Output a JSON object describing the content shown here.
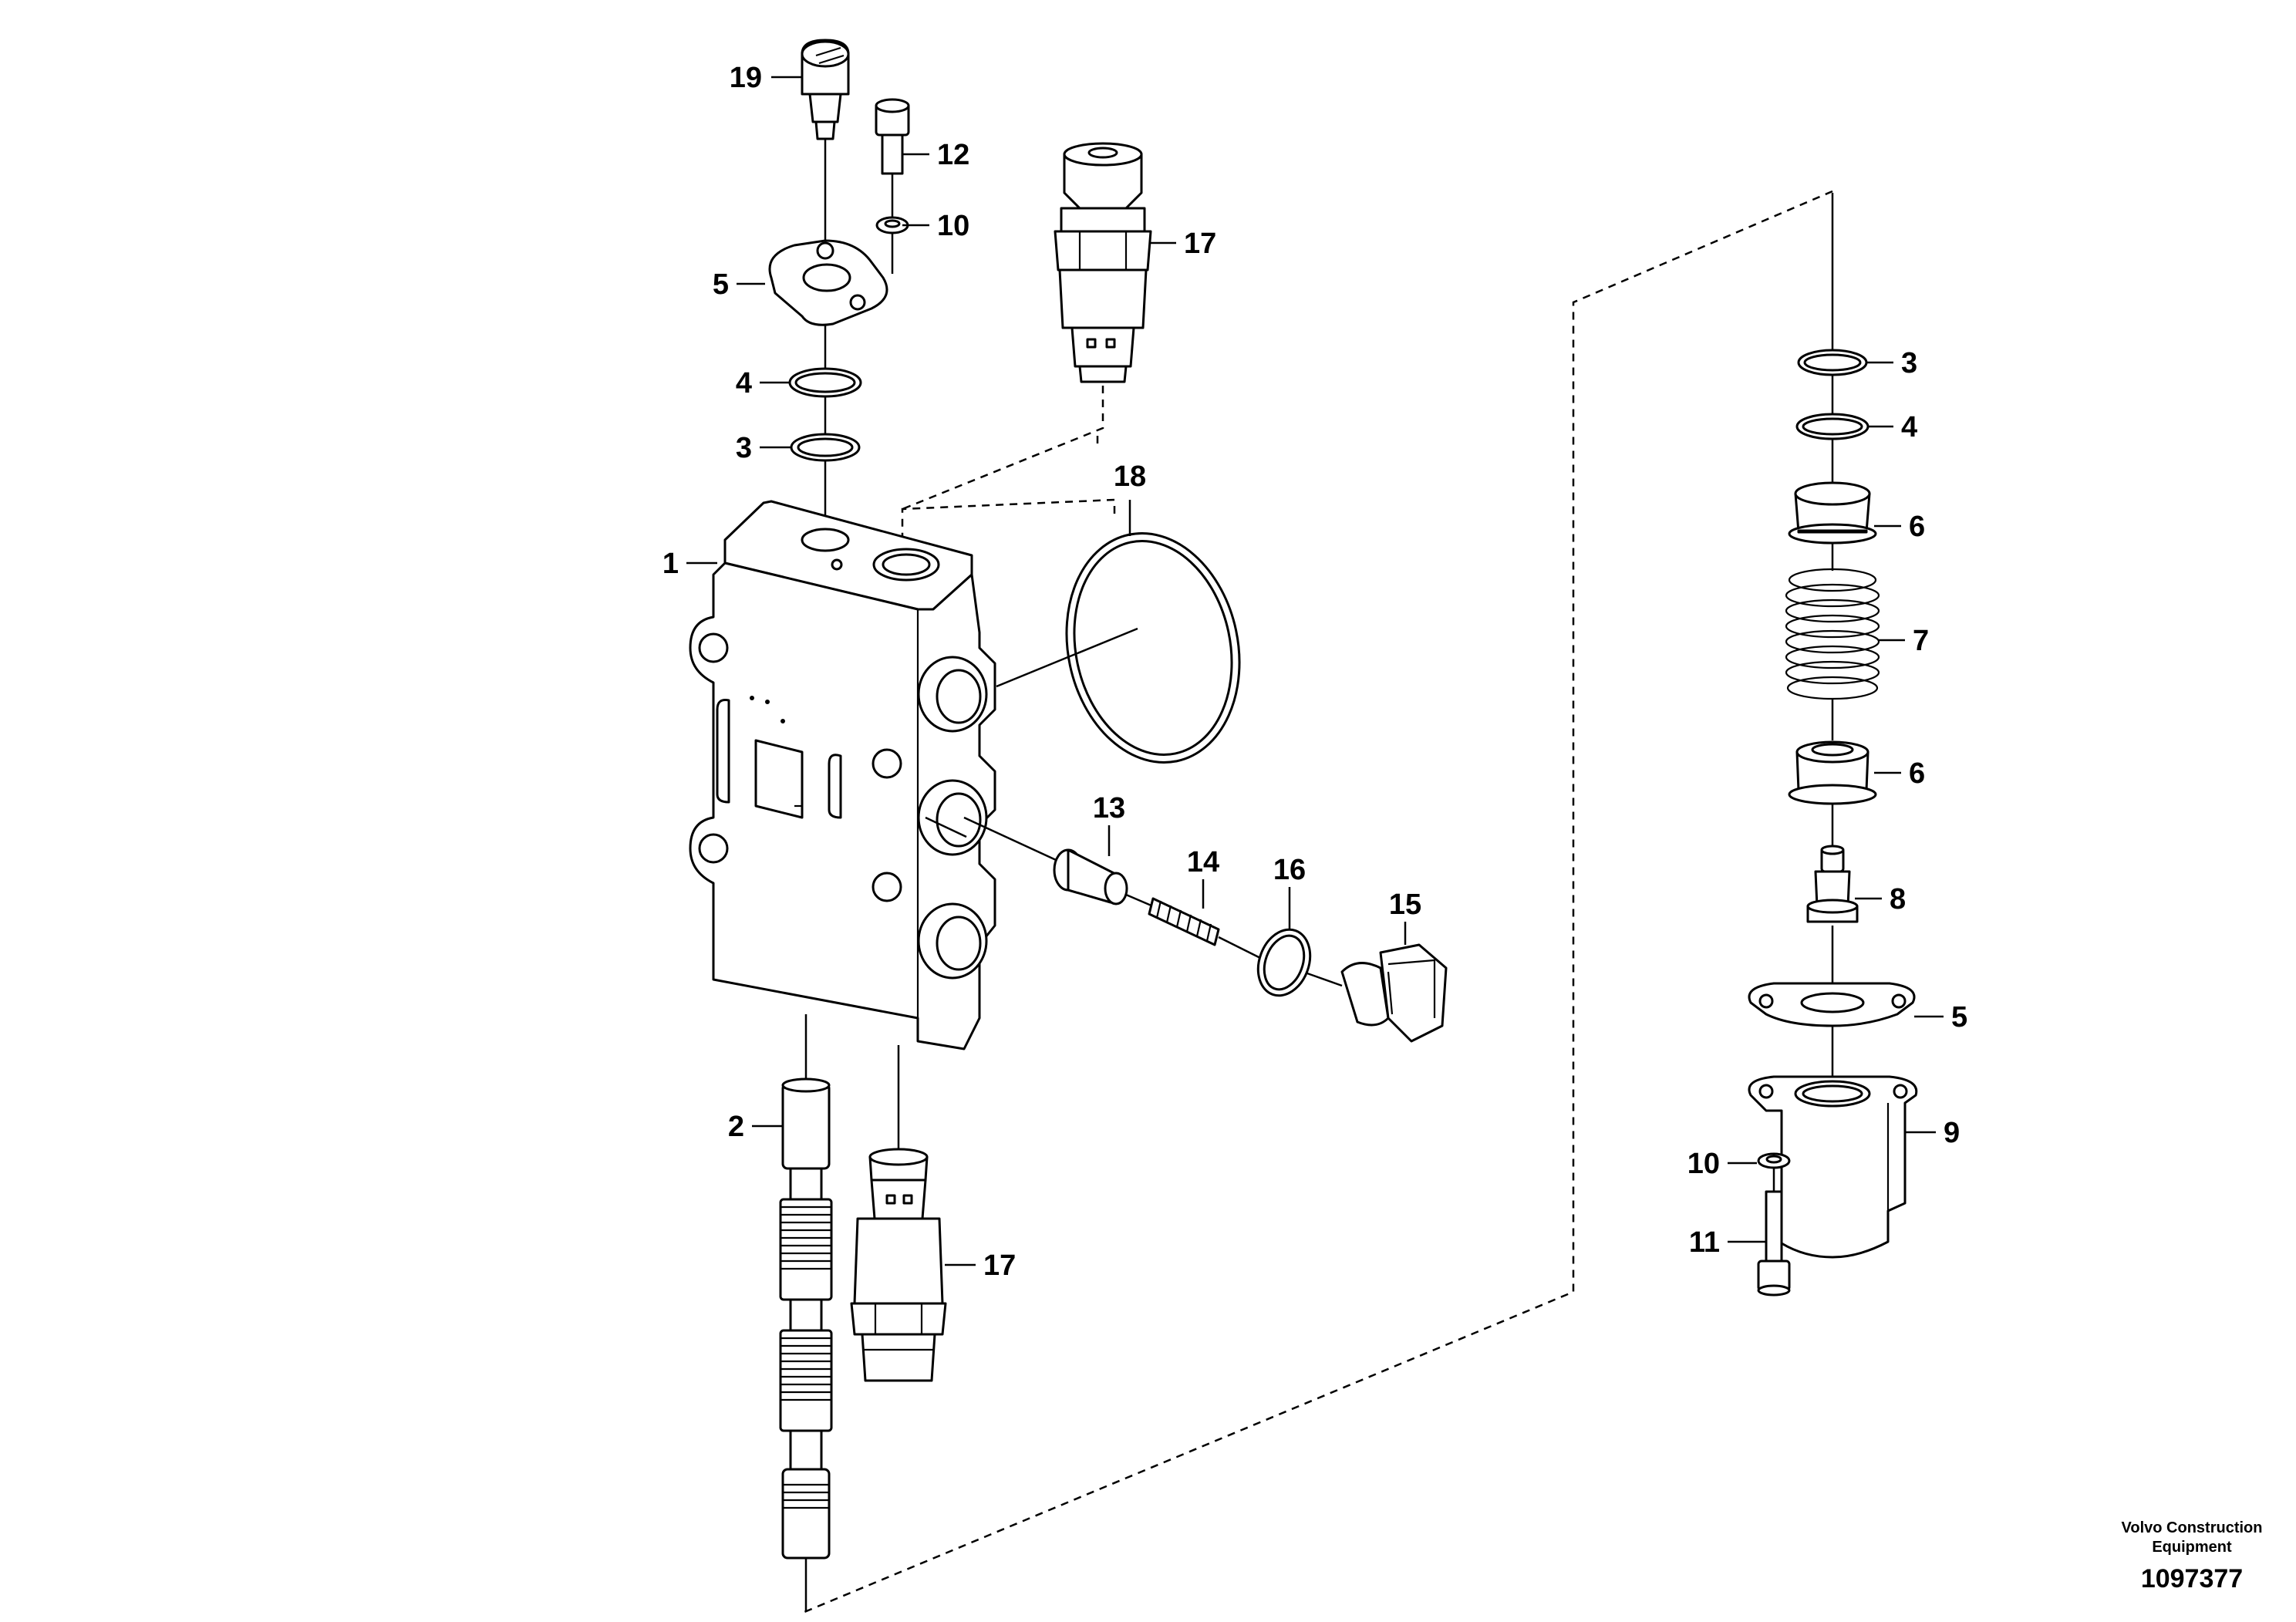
{
  "labels": {
    "l19": "19",
    "l12": "12",
    "l10a": "10",
    "l17a": "17",
    "l5a": "5",
    "l4a": "4",
    "l3a": "3",
    "l18": "18",
    "l1": "1",
    "l13": "13",
    "l14": "14",
    "l16": "16",
    "l15": "15",
    "l2": "2",
    "l17b": "17",
    "l3b": "3",
    "l4b": "4",
    "l6a": "6",
    "l7": "7",
    "l6b": "6",
    "l8": "8",
    "l5b": "5",
    "l9": "9",
    "l10b": "10",
    "l11": "11"
  },
  "caption": {
    "line1": "Volvo Construction",
    "line2": "Equipment",
    "number": "1097377"
  }
}
